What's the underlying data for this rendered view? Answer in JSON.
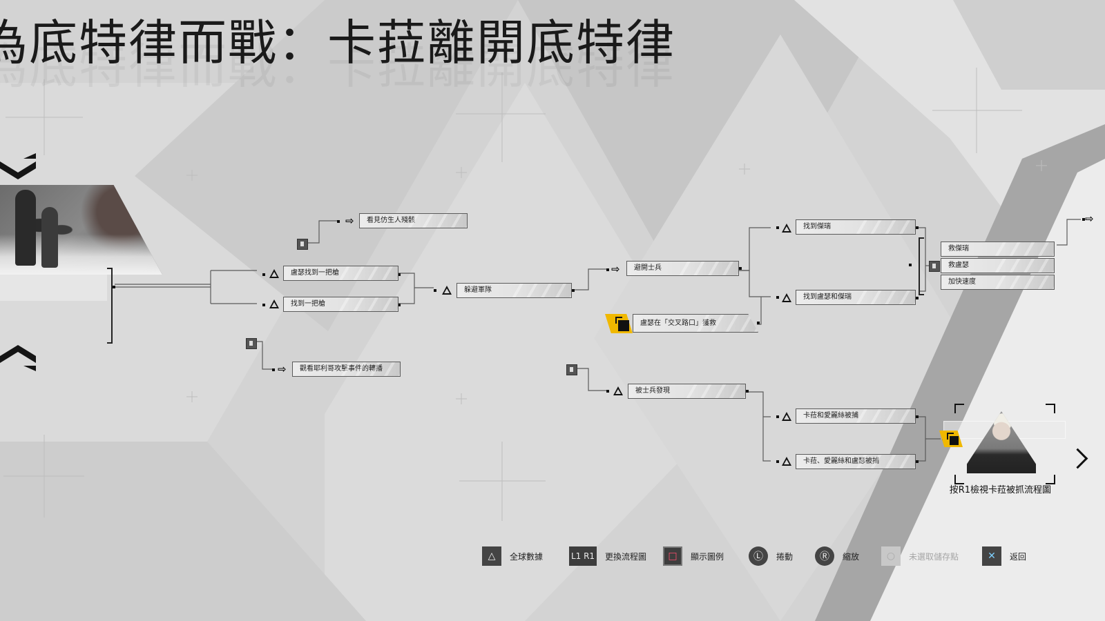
{
  "title": "為底特律而戰：卡菈離開底特律",
  "nodes": {
    "saw_android_body": "看見仿生人殘骸",
    "luther_found_gun": "盧瑟找到一把槍",
    "found_gun": "找到一把槍",
    "avoid_army": "躲避軍隊",
    "watch_jericho_news": "觀看耶利哥攻擊事件的轉播",
    "avoid_soldier": "避開士兵",
    "luther_crossroads": "盧瑟在「交叉路口」獲救",
    "found_jerry": "找到傑瑞",
    "found_luther_jerry": "找到盧瑟和傑瑞",
    "save_jerry": "救傑瑞",
    "save_luther": "救盧瑟",
    "speed_up": "加快速度",
    "found_by_soldier": "被士兵發現",
    "kara_alice_captured": "卡菈和愛麗絲被捕",
    "kara_alice_luther_captured": "卡菈、愛麗絲和盧瑟被捕"
  },
  "preview": {
    "caption": "按R1檢視卡菈被抓流程圖"
  },
  "controls": [
    {
      "glyph": "△",
      "label": "全球數據",
      "enabled": true
    },
    {
      "glyph": "L1 R1",
      "label": "更換流程圖",
      "enabled": true
    },
    {
      "glyph": "□",
      "label": "顯示圖例",
      "enabled": true
    },
    {
      "glyph": "Ⓛ",
      "label": "捲動",
      "enabled": true
    },
    {
      "glyph": "Ⓡ",
      "label": "縮放",
      "enabled": true
    },
    {
      "glyph": "○",
      "label": "未選取儲存點",
      "enabled": false
    },
    {
      "glyph": "✕",
      "label": "返回",
      "enabled": true
    }
  ],
  "colors": {
    "accent": "#f0b800",
    "background": "#d2d2d2"
  }
}
